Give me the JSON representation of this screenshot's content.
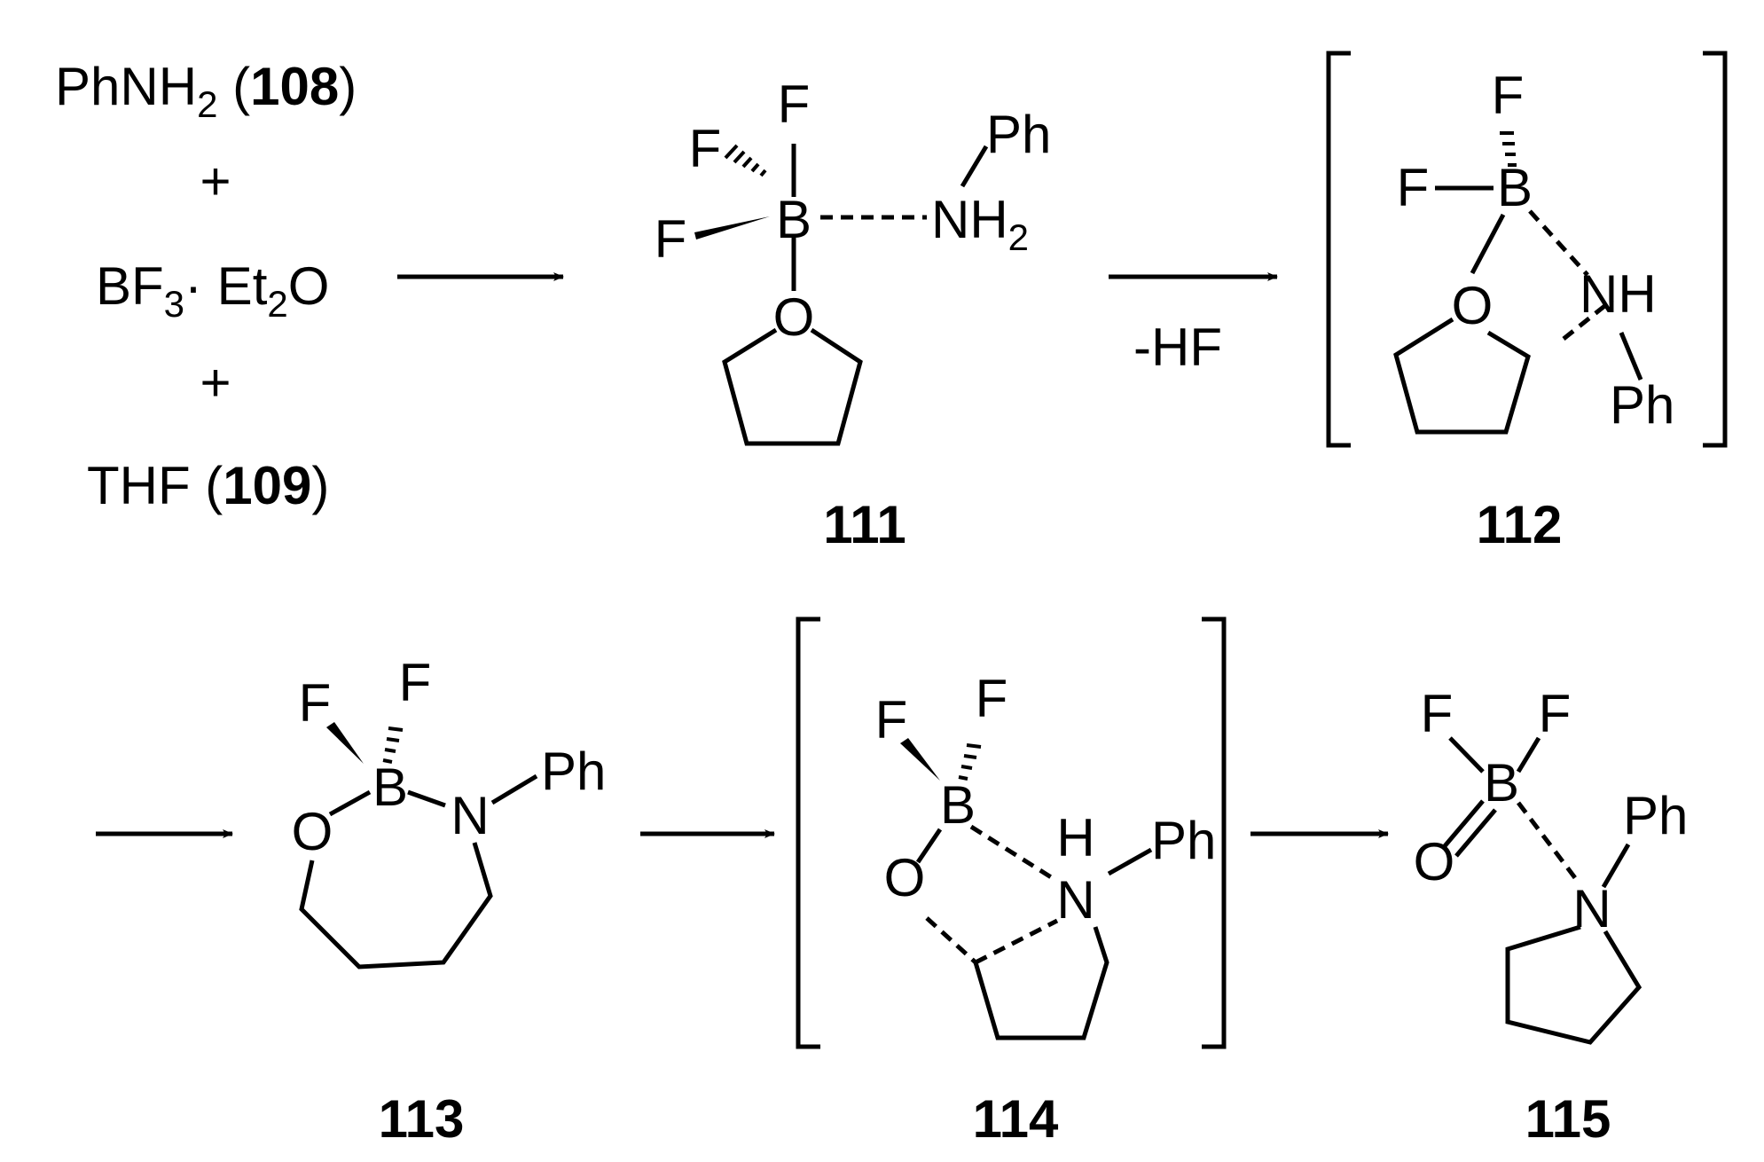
{
  "reagents": {
    "aniline": {
      "text": "PhNH",
      "sub": "2",
      "open": " (",
      "num": "108",
      "close": ")"
    },
    "plus1": "+",
    "bf3": {
      "text1": "BF",
      "sub1": "3",
      "dot": "·",
      "text2": " Et",
      "sub2": "2",
      "text3": "O"
    },
    "plus2": "+",
    "thf": {
      "text": "THF",
      "open": " (",
      "num": "109",
      "close": ")"
    }
  },
  "conditions": {
    "step2": "-HF"
  },
  "atoms": {
    "F": "F",
    "B": "B",
    "O": "O",
    "N": "N",
    "NH": "NH",
    "H": "H",
    "Ph": "Ph",
    "NH2": "NH",
    "NH2_sub": "2"
  },
  "compounds": {
    "c111": "111",
    "c112": "112",
    "c113": "113",
    "c114": "114",
    "c115": "115"
  }
}
